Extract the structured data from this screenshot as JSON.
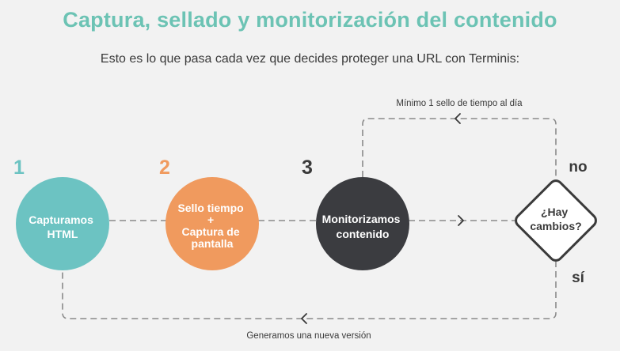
{
  "header": {
    "title": "Captura, sellado y monitorización del contenido",
    "subtitle": "Esto es lo que pasa cada vez que decides proteger una URL con Terminis:"
  },
  "steps": [
    {
      "number": "1",
      "lines": [
        "Capturamos",
        "HTML"
      ],
      "color": "#6cc3c2"
    },
    {
      "number": "2",
      "lines": [
        "Sello tiempo",
        "+",
        "Captura de",
        "pantalla"
      ],
      "color": "#f09a5e"
    },
    {
      "number": "3",
      "lines": [
        "Monitorizamos",
        "contenido"
      ],
      "color": "#3b3c40"
    }
  ],
  "decision": {
    "lines": [
      "¿Hay",
      "cambios?"
    ],
    "no_label": "no",
    "yes_label": "sí"
  },
  "loops": {
    "top_label": "Mínimo 1 sello de tiempo al día",
    "bottom_label": "Generamos una nueva versión"
  },
  "colors": {
    "accent": "#6cc3b4",
    "step1": "#6cc3c2",
    "step2": "#f09a5e",
    "step3": "#3b3c40",
    "dark": "#3a3a3a",
    "dash": "#8a8a8a"
  }
}
